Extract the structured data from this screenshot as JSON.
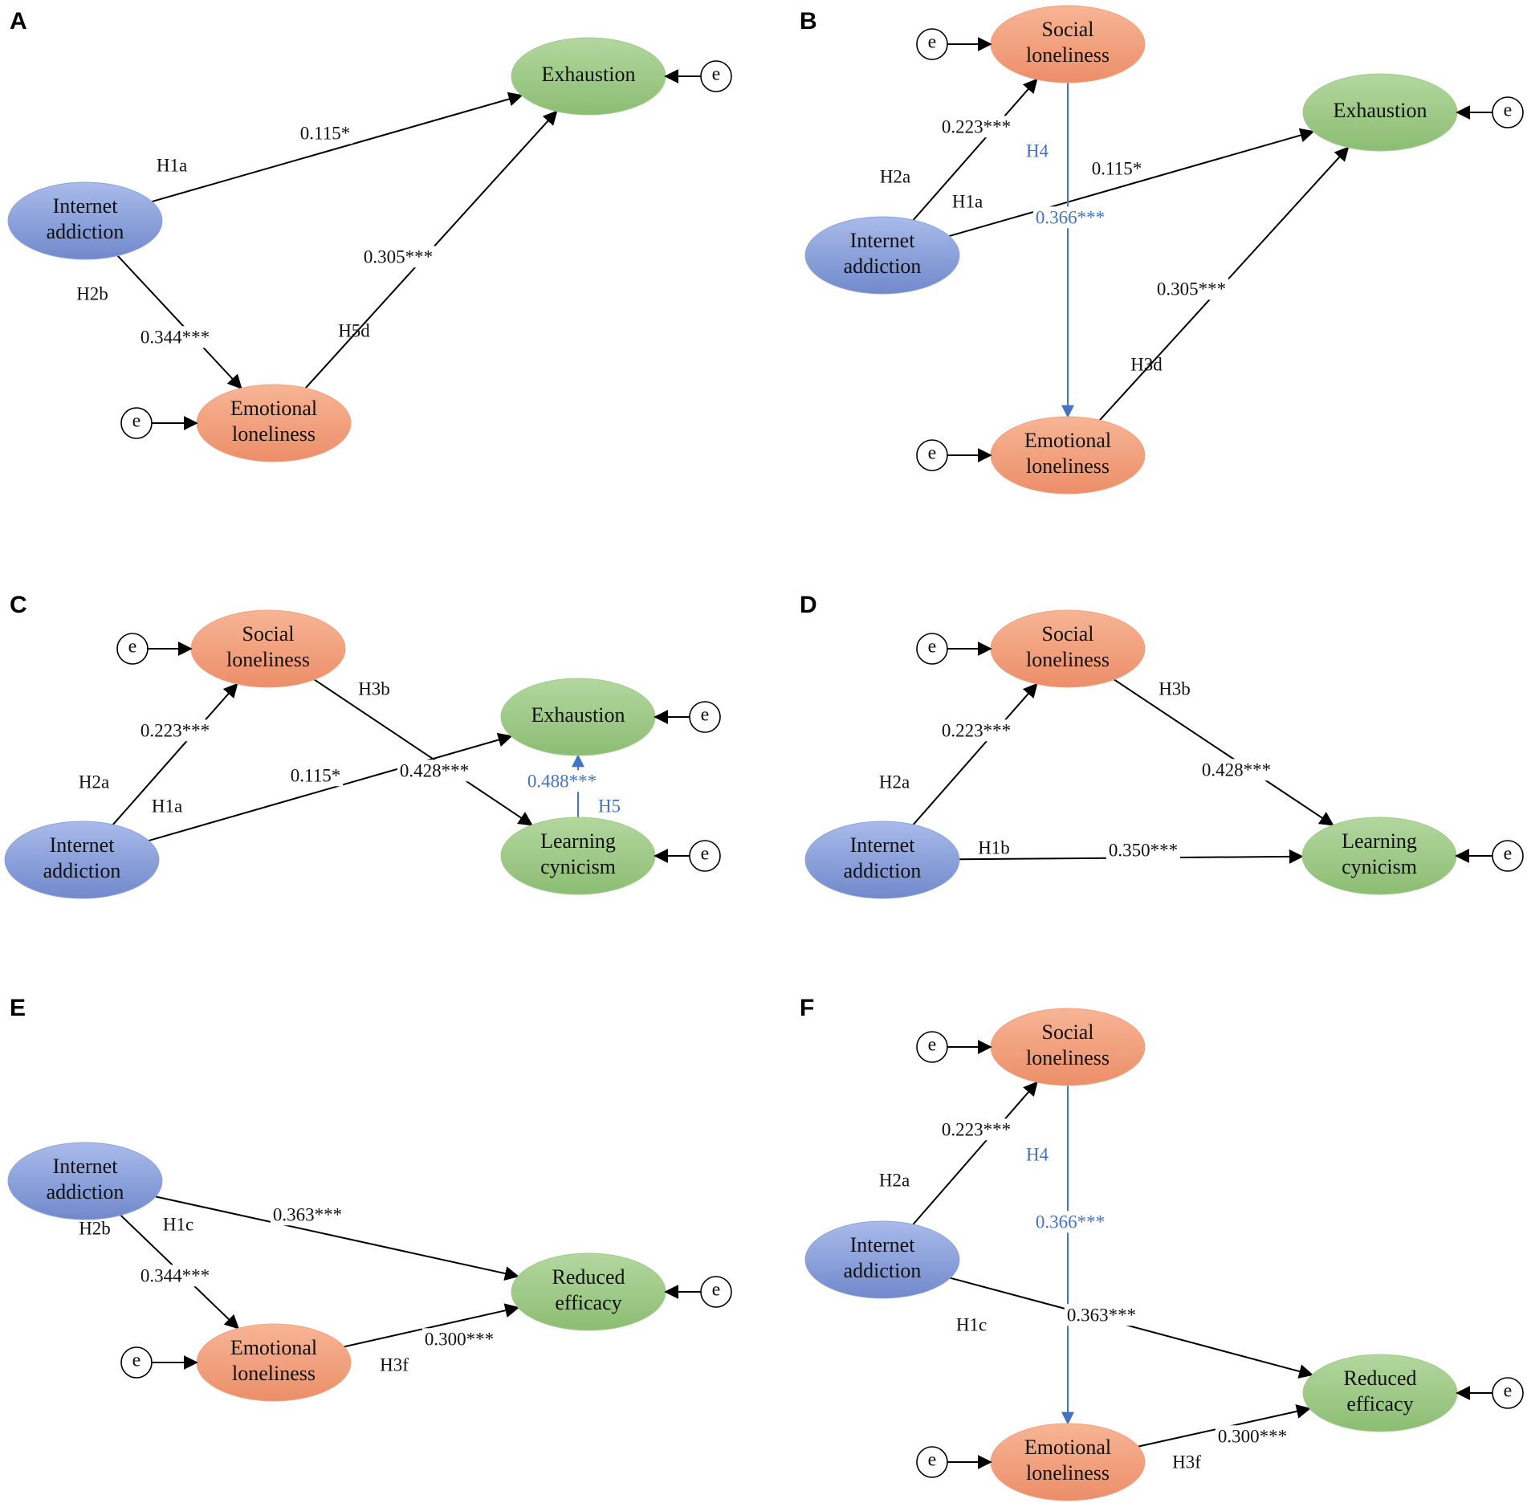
{
  "colors": {
    "internet_addiction": "#8ea3d9",
    "loneliness": "#f2a07e",
    "burnout": "#9fcb8a",
    "mediation_line": "#4472c4"
  },
  "error_label": "e",
  "panels": [
    {
      "letter": "A",
      "nodes": [
        {
          "id": "ia",
          "lines": [
            "Internet",
            "addiction"
          ],
          "kind": "internet_addiction"
        },
        {
          "id": "ex",
          "lines": [
            "Exhaustion"
          ],
          "kind": "burnout"
        },
        {
          "id": "el",
          "lines": [
            "Emotional",
            "loneliness"
          ],
          "kind": "loneliness"
        }
      ],
      "edges": [
        {
          "from": "ia",
          "to": "ex",
          "coefficient": "0.115*",
          "hypothesis": "H1a"
        },
        {
          "from": "ia",
          "to": "el",
          "coefficient": "0.344***",
          "hypothesis": "H2b"
        },
        {
          "from": "el",
          "to": "ex",
          "coefficient": "0.305***",
          "hypothesis": "H5d"
        }
      ]
    },
    {
      "letter": "B",
      "nodes": [
        {
          "id": "sl",
          "lines": [
            "Social",
            "loneliness"
          ],
          "kind": "loneliness"
        },
        {
          "id": "ex",
          "lines": [
            "Exhaustion"
          ],
          "kind": "burnout"
        },
        {
          "id": "ia",
          "lines": [
            "Internet",
            "addiction"
          ],
          "kind": "internet_addiction"
        },
        {
          "id": "el",
          "lines": [
            "Emotional",
            "loneliness"
          ],
          "kind": "loneliness"
        }
      ],
      "edges": [
        {
          "from": "ia",
          "to": "sl",
          "coefficient": "0.223***",
          "hypothesis": "H2a"
        },
        {
          "from": "ia",
          "to": "ex",
          "coefficient": "0.115*",
          "hypothesis": "H1a"
        },
        {
          "from": "sl",
          "to": "el",
          "coefficient": "0.366***",
          "hypothesis": "H4",
          "mediation": true
        },
        {
          "from": "el",
          "to": "ex",
          "coefficient": "0.305***",
          "hypothesis": "H3d"
        }
      ]
    },
    {
      "letter": "C",
      "nodes": [
        {
          "id": "sl",
          "lines": [
            "Social",
            "loneliness"
          ],
          "kind": "loneliness"
        },
        {
          "id": "ex",
          "lines": [
            "Exhaustion"
          ],
          "kind": "burnout"
        },
        {
          "id": "ia",
          "lines": [
            "Internet",
            "addiction"
          ],
          "kind": "internet_addiction"
        },
        {
          "id": "lc",
          "lines": [
            "Learning",
            "cynicism"
          ],
          "kind": "burnout"
        }
      ],
      "edges": [
        {
          "from": "ia",
          "to": "sl",
          "coefficient": "0.223***",
          "hypothesis": "H2a"
        },
        {
          "from": "ia",
          "to": "ex",
          "coefficient": "0.115*",
          "hypothesis": "H1a"
        },
        {
          "from": "sl",
          "to": "lc",
          "coefficient": "0.428***",
          "hypothesis": "H3b"
        },
        {
          "from": "lc",
          "to": "ex",
          "coefficient": "0.488***",
          "hypothesis": "H5",
          "mediation": true
        }
      ]
    },
    {
      "letter": "D",
      "nodes": [
        {
          "id": "sl",
          "lines": [
            "Social",
            "loneliness"
          ],
          "kind": "loneliness"
        },
        {
          "id": "ia",
          "lines": [
            "Internet",
            "addiction"
          ],
          "kind": "internet_addiction"
        },
        {
          "id": "lc",
          "lines": [
            "Learning",
            "cynicism"
          ],
          "kind": "burnout"
        }
      ],
      "edges": [
        {
          "from": "ia",
          "to": "sl",
          "coefficient": "0.223***",
          "hypothesis": "H2a"
        },
        {
          "from": "sl",
          "to": "lc",
          "coefficient": "0.428***",
          "hypothesis": "H3b"
        },
        {
          "from": "ia",
          "to": "lc",
          "coefficient": "0.350***",
          "hypothesis": "H1b"
        }
      ]
    },
    {
      "letter": "E",
      "nodes": [
        {
          "id": "ia",
          "lines": [
            "Internet",
            "addiction"
          ],
          "kind": "internet_addiction"
        },
        {
          "id": "re",
          "lines": [
            "Reduced",
            "efficacy"
          ],
          "kind": "burnout"
        },
        {
          "id": "el",
          "lines": [
            "Emotional",
            "loneliness"
          ],
          "kind": "loneliness"
        }
      ],
      "edges": [
        {
          "from": "ia",
          "to": "re",
          "coefficient": "0.363***",
          "hypothesis": "H1c"
        },
        {
          "from": "ia",
          "to": "el",
          "coefficient": "0.344***",
          "hypothesis": "H2b"
        },
        {
          "from": "el",
          "to": "re",
          "coefficient": "0.300***",
          "hypothesis": "H3f"
        }
      ]
    },
    {
      "letter": "F",
      "nodes": [
        {
          "id": "sl",
          "lines": [
            "Social",
            "loneliness"
          ],
          "kind": "loneliness"
        },
        {
          "id": "ia",
          "lines": [
            "Internet",
            "addiction"
          ],
          "kind": "internet_addiction"
        },
        {
          "id": "re",
          "lines": [
            "Reduced",
            "efficacy"
          ],
          "kind": "burnout"
        },
        {
          "id": "el",
          "lines": [
            "Emotional",
            "loneliness"
          ],
          "kind": "loneliness"
        }
      ],
      "edges": [
        {
          "from": "ia",
          "to": "sl",
          "coefficient": "0.223***",
          "hypothesis": "H2a"
        },
        {
          "from": "sl",
          "to": "el",
          "coefficient": "0.366***",
          "hypothesis": "H4",
          "mediation": true
        },
        {
          "from": "ia",
          "to": "re",
          "coefficient": "0.363***",
          "hypothesis": "H1c"
        },
        {
          "from": "el",
          "to": "re",
          "coefficient": "0.300***",
          "hypothesis": "H3f"
        }
      ]
    }
  ]
}
